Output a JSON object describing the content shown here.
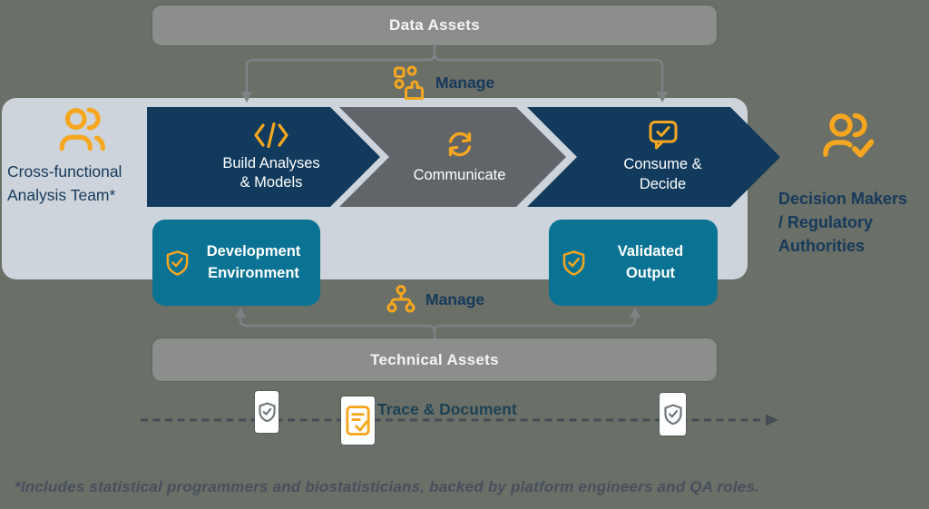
{
  "diagram": {
    "background": "#6a6f68",
    "accent_orange": "#f6a71f",
    "navy": "#113a5c",
    "teal": "#0a7394",
    "chevron_gray": "#616468",
    "bar_gray": "#8b8e8a",
    "container_bg": "#cdd4db"
  },
  "top_bar": {
    "label": "Data Assets"
  },
  "manage_top": {
    "label": "Manage",
    "icon": "manage-data-icon"
  },
  "team": {
    "label": "Cross-functional\nAnalysis Team*",
    "icon": "team-icon"
  },
  "chevrons": [
    {
      "label": "Build Analyses\n& Models",
      "icon": "code-icon"
    },
    {
      "label": "Communicate",
      "icon": "sync-icon"
    },
    {
      "label": "Consume &\nDecide",
      "icon": "chat-check-icon"
    }
  ],
  "sub_boxes": [
    {
      "label": "Development\nEnvironment",
      "icon": "shield-check-icon"
    },
    {
      "label": "Validated\nOutput",
      "icon": "shield-check-icon"
    }
  ],
  "manage_bottom": {
    "label": "Manage",
    "icon": "sitemap-icon"
  },
  "bottom_bar": {
    "label": "Technical Assets"
  },
  "trace": {
    "label": "Trace & Document",
    "icons": [
      "shield-check-card-icon",
      "clipboard-check-icon",
      "shield-check-card-icon"
    ]
  },
  "decision_makers": {
    "label": "Decision Makers\n/ Regulatory\nAuthorities",
    "icon": "person-check-icon"
  },
  "footnote": "*Includes statistical programmers and biostatisticians, backed by platform engineers and QA roles."
}
